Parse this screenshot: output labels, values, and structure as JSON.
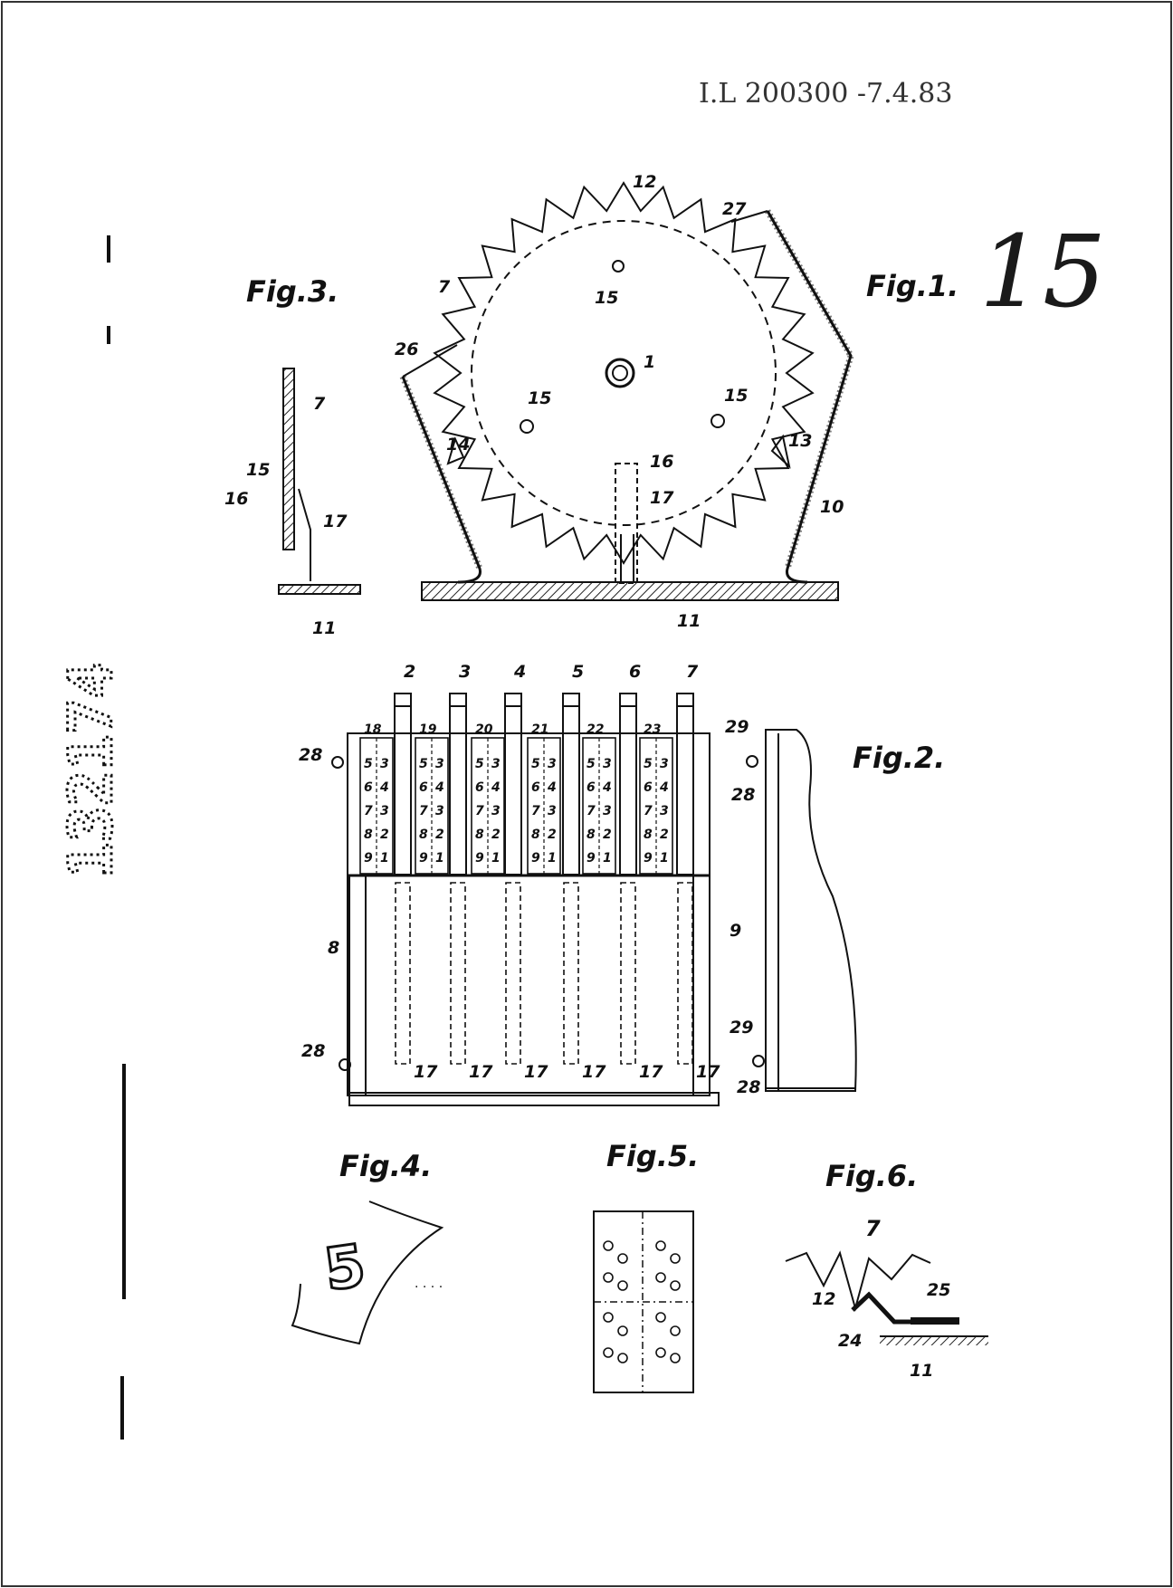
{
  "header_stamp": "I.L 200300 -7.4.83",
  "handwritten_page_number": "15",
  "side_stamp": "132174",
  "figures": {
    "fig1": {
      "title": "Fig.1.",
      "labels": {
        "hub": "1",
        "tooth": "12",
        "wheel": "7",
        "hole_top": "15",
        "hole_left": "15",
        "hole_right": "15",
        "pawl_left": "14",
        "pawl_right": "13",
        "pin": "16",
        "spring": "17",
        "corner_left": "26",
        "corner_right": "27",
        "housing": "10",
        "base": "11"
      }
    },
    "fig2": {
      "title": "Fig.2.",
      "wheel_labels": [
        "2",
        "3",
        "4",
        "5",
        "6",
        "7"
      ],
      "window_labels": [
        "18",
        "19",
        "20",
        "21",
        "22",
        "23"
      ],
      "frame_labels": {
        "left": "8",
        "right": "9",
        "screw": "28",
        "notch": "29",
        "spring": "17"
      },
      "digit_rows": [
        [
          "5",
          "3"
        ],
        [
          "6",
          "4"
        ],
        [
          "7",
          "3"
        ],
        [
          "8",
          "2"
        ],
        [
          "9",
          "1"
        ]
      ]
    },
    "fig3": {
      "title": "Fig.3.",
      "labels": {
        "wheel": "7",
        "hole": "15",
        "pin": "16",
        "spring": "17",
        "base": "11"
      }
    },
    "fig4": {
      "title": "Fig.4.",
      "digit": "5"
    },
    "fig5": {
      "title": "Fig.5."
    },
    "fig6": {
      "title": "Fig.6.",
      "labels": {
        "wheel": "7",
        "tooth": "12",
        "spring_a": "24",
        "spring_b": "25",
        "base": "11"
      }
    }
  }
}
